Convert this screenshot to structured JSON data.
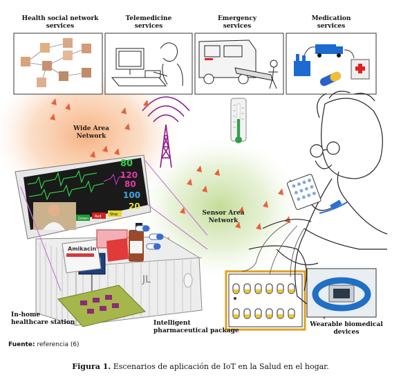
{
  "services": [
    {
      "title": "Health social network\nservices"
    },
    {
      "title": "Telemedicine\nservices"
    },
    {
      "title": "Emergency\nservices"
    },
    {
      "title": "Medication\nservices"
    }
  ],
  "networks": {
    "wide_area": "Wide Area\nNetwork",
    "sensor_area": "Sensor Area\nNetwork"
  },
  "labels": {
    "in_home": "In-home\nhealthcare station",
    "pharma": "Intelligent\npharmaceutical package",
    "wearable": "Wearable biomedical\ndevices"
  },
  "monitor_readings": [
    "80",
    "120",
    "80",
    "100",
    "20"
  ],
  "monitor_buttons": [
    "Green",
    "Red",
    "Stop"
  ],
  "drug_box_label": "Amikacin",
  "footer": {
    "fuente_label": "Fuente:",
    "fuente_text": "referencia (6)",
    "figure_label": "Figura 1.",
    "figure_text": "Escenarios de aplicación de IoT en la Salud en el hogar."
  },
  "colors": {
    "wan_glow": "#f7b27a",
    "san_glow": "#cfe3a6",
    "signal": "#e8603a",
    "antenna": "#8a1a8a",
    "monitor_bg": "#1a1a1a",
    "wrist": "#2f6fd0"
  }
}
